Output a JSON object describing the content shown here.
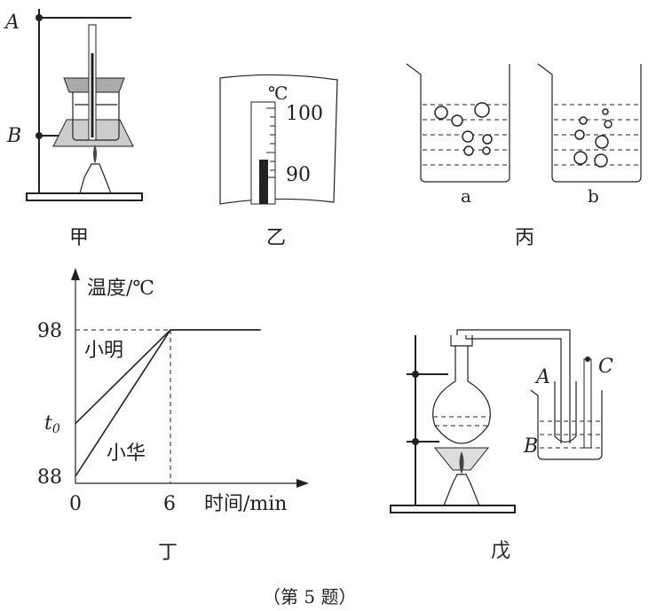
{
  "figures": {
    "jia": {
      "caption": "甲",
      "label_a": "A",
      "label_b": "B"
    },
    "yi": {
      "caption": "乙",
      "unit": "℃",
      "tick_high": "100",
      "tick_low": "90"
    },
    "bing": {
      "caption": "丙",
      "beaker_a": "a",
      "beaker_b": "b"
    },
    "ding": {
      "caption": "丁",
      "y_axis_label": "温度/℃",
      "x_axis_label": "时间/min",
      "y_tick_98": "98",
      "y_tick_88": "88",
      "y_tick_t0": "t",
      "y_tick_t0_sub": "0",
      "x_tick_0": "0",
      "x_tick_6": "6",
      "series_xiaoming": "小明",
      "series_xiaohua": "小华"
    },
    "wu": {
      "caption": "戊",
      "label_a": "A",
      "label_b": "B",
      "label_c": "C"
    }
  },
  "chart_data": {
    "type": "line",
    "xlabel": "时间/min",
    "ylabel": "温度/℃",
    "x_ticks": [
      "0",
      "6"
    ],
    "y_ticks": [
      "88",
      "t0",
      "98"
    ],
    "series": [
      {
        "name": "小明",
        "points": [
          [
            0,
            91.6
          ],
          [
            6,
            98
          ],
          [
            11.7,
            98
          ]
        ]
      },
      {
        "name": "小华",
        "points": [
          [
            0,
            88
          ],
          [
            6,
            98
          ],
          [
            11.7,
            98
          ]
        ]
      }
    ]
  },
  "footer": {
    "caption": "（第 5 题）"
  }
}
